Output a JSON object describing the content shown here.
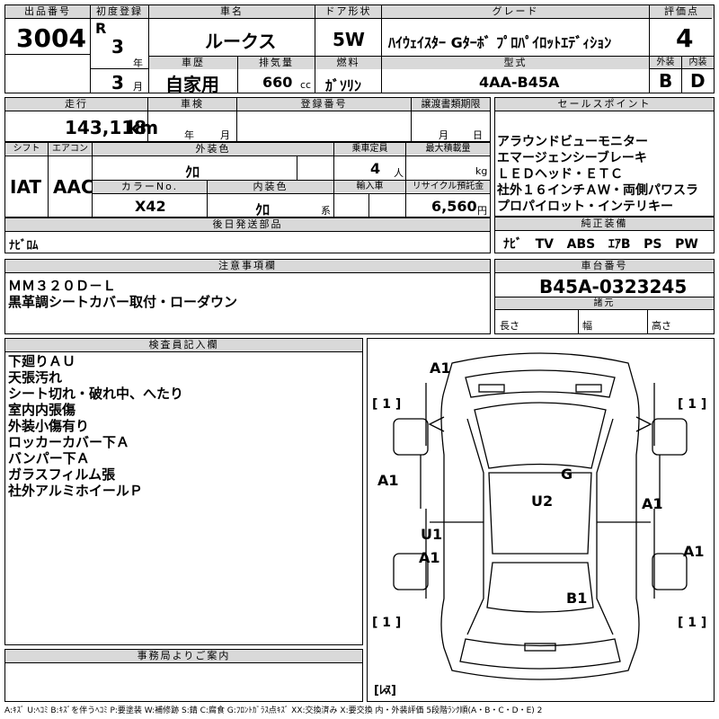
{
  "header": {
    "lot_no_label": "出品番号",
    "lot_no": "3004",
    "first_reg_label": "初度登録",
    "era": "R",
    "year": "3",
    "year_suffix": "年",
    "month": "3",
    "month_suffix": "月",
    "car_name_label": "車名",
    "car_name": "ルークス",
    "door_label": "ドア形状",
    "door": "5W",
    "grade_label": "グレード",
    "grade": "ﾊｲｳｪｲｽﾀｰ Gﾀｰﾎﾞ ﾌﾟﾛﾊﾟｲﾛｯﾄｴﾃﾞｨｼｮﾝ",
    "score_label": "評価点",
    "score": "4",
    "history_label": "車歴",
    "history": "自家用",
    "displacement_label": "排気量",
    "displacement": "660",
    "displacement_unit": "cc",
    "fuel_label": "燃料",
    "fuel": "ｶﾞｿﾘﾝ",
    "model_label": "型式",
    "model": "4AA-B45A",
    "exterior_label": "外装",
    "exterior": "B",
    "interior_label": "内装",
    "interior": "D"
  },
  "row2": {
    "mileage_label": "走行",
    "mileage": "143,118",
    "mileage_unit": "km",
    "inspection_label": "車検",
    "year_unit": "年",
    "month_unit": "月",
    "reg_no_label": "登録番号",
    "transfer_label": "譲渡書類期限",
    "transfer_month": "月",
    "transfer_day": "日"
  },
  "row3": {
    "shift_label": "シフト",
    "shift": "IAT",
    "ac_label": "エアコン",
    "ac": "AAC",
    "color_label": "外装色",
    "color": "ｸﾛ",
    "capacity_label": "乗車定員",
    "capacity": "4",
    "capacity_unit": "人",
    "load_label": "最大積載量",
    "load_unit": "kg",
    "color_no_label": "カラーNo.",
    "color_no": "X42",
    "int_color_label": "内装色",
    "int_color": "ｸﾛ",
    "int_color_unit": "系",
    "import_label": "輸入車",
    "recycle_label": "リサイクル預託金",
    "recycle": "6,560",
    "recycle_unit": "円"
  },
  "sales_points": {
    "label": "セールスポイント",
    "items": [
      "アラウンドビューモニター",
      "エマージェンシーブレーキ",
      "ＬＥＤヘッド・ＥＴＣ",
      "社外１６インチＡＷ・両側パワスラ",
      "プロパイロット・インテリキー"
    ]
  },
  "later_parts": {
    "label": "後日発送部品",
    "value": "ﾅﾋﾞﾛﾑ"
  },
  "equipment": {
    "label": "純正装備",
    "items": [
      "ﾅﾋﾞ",
      "TV",
      "ABS",
      "ｴｱB",
      "PS",
      "PW"
    ]
  },
  "notes": {
    "label": "注意事項欄",
    "lines": [
      "ＭＭ３２０Ｄ－Ｌ",
      "黒革調シートカバー取付・ローダウン"
    ]
  },
  "chassis": {
    "label": "車台番号",
    "value": "B45A-0323245",
    "dims_label": "諸元",
    "length_label": "長さ",
    "width_label": "幅",
    "height_label": "高さ"
  },
  "inspector": {
    "label": "検査員記入欄",
    "lines": [
      "下廻りＡＵ",
      "天張汚れ",
      "シート切れ・破れ中、へたり",
      "室内内張傷",
      "外装小傷有り",
      "ロッカーカバー下Ａ",
      "バンパー下Ａ",
      "ガラスフィルム張",
      "社外アルミホイールＰ"
    ]
  },
  "diagram": {
    "marks": {
      "front_left": "A1",
      "left_front": "A1",
      "roof": "G",
      "center": "U2",
      "right_mid": "A1",
      "lower_left_u": "U1",
      "lower_left_a": "A1",
      "right_rear": "A1",
      "rear": "B1"
    },
    "tyre_tl": "[ 1 ]",
    "tyre_tr": "[ 1 ]",
    "tyre_bl": "[ 1 ]",
    "tyre_br": "[ 1 ]",
    "spare": "[ﾚｽ]"
  },
  "office": {
    "label": "事務局よりご案内"
  },
  "legend": {
    "text": "A:ｷｽﾞ U:ﾍｺﾐ B:ｷｽﾞを伴うﾍｺﾐ P:要塗装 W:補修跡 S:錆 C:腐食 G:ﾌﾛﾝﾄｶﾞﾗｽ点ｷｽﾞ XX:交換済み X:要交換 内・外装評価 5段階ﾗﾝｸ順(A・B・C・D・E) 2"
  }
}
